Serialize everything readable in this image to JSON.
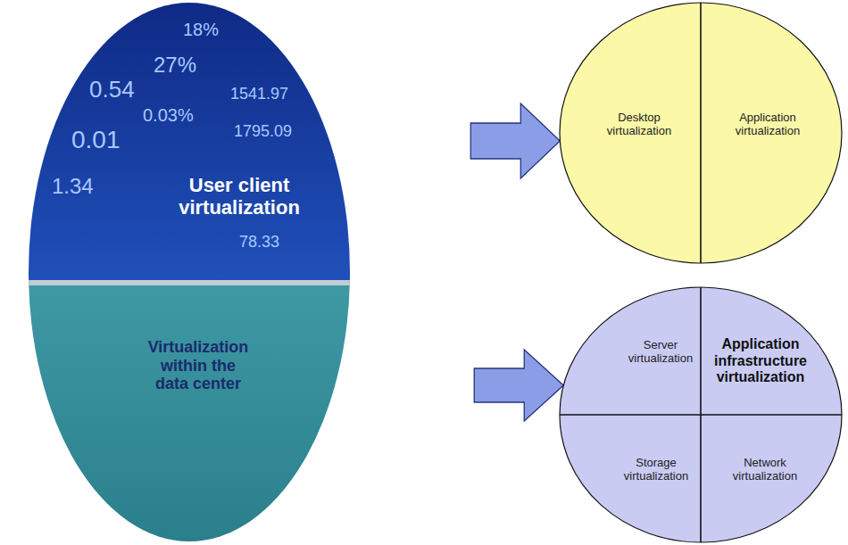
{
  "diagram": {
    "nodes": [
      {
        "text": [
          "User client virtualization"
        ]
      },
      {
        "text": [
          "Virtualization within the data center"
        ]
      },
      {
        "text": [
          "Desktop virtualization"
        ]
      },
      {
        "text": [
          "Application virtualization"
        ]
      },
      {
        "text": [
          "Server virtualization"
        ]
      },
      {
        "text": [
          "Application infrastructure virtualization"
        ]
      },
      {
        "text": [
          "Storage virtualization"
        ]
      },
      {
        "text": [
          "Network virtualization"
        ]
      }
    ],
    "edges": [
      {
        "from": 0,
        "to": 2,
        "arrow": "to"
      },
      {
        "from": 1,
        "to": 4,
        "arrow": "to"
      }
    ],
    "labels": [
      "18%",
      "27%",
      "0.54",
      "1541.97",
      "0.03%",
      "0.01",
      "1795.09",
      "1.34",
      "78.33"
    ]
  }
}
